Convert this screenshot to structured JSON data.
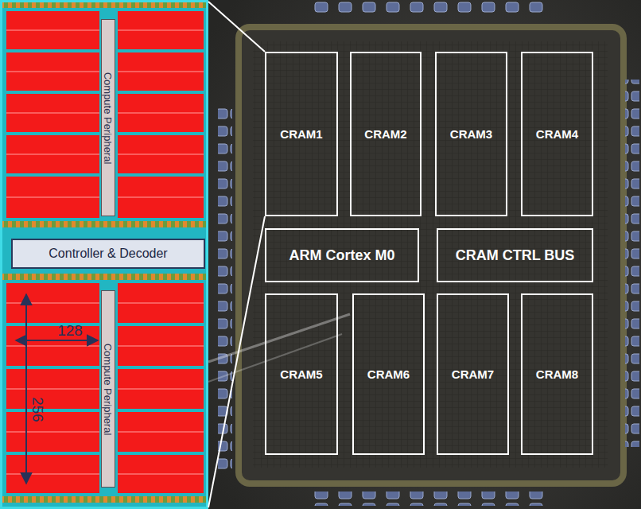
{
  "diagram": {
    "nodes": [
      {
        "text": [
          "Compute Peripheral"
        ]
      },
      {
        "text": [
          "Controller & Decoder"
        ]
      },
      {
        "text": [
          "Compute Peripheral"
        ]
      },
      {
        "text": [
          "CRAM1"
        ]
      },
      {
        "text": [
          "CRAM2"
        ]
      },
      {
        "text": [
          "CRAM3"
        ]
      },
      {
        "text": [
          "CRAM4"
        ]
      },
      {
        "text": [
          "ARM Cortex M0"
        ]
      },
      {
        "text": [
          "CRAM CTRL BUS"
        ]
      },
      {
        "text": [
          "CRAM5"
        ]
      },
      {
        "text": [
          "CRAM6"
        ]
      },
      {
        "text": [
          "CRAM7"
        ]
      },
      {
        "text": [
          "CRAM8"
        ]
      }
    ],
    "labels": [
      "128",
      "256"
    ]
  }
}
